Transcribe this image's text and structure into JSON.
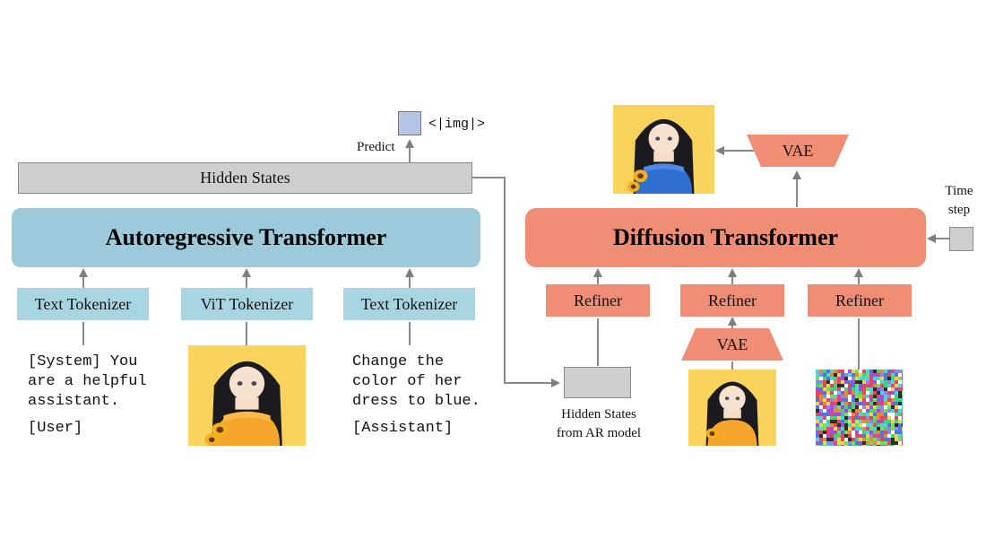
{
  "ar": {
    "hidden_states": "Hidden States",
    "predict": "Predict",
    "img_token": "<|img|>",
    "title": "Autoregressive Transformer",
    "tok1": "Text Tokenizer",
    "tok2": "ViT Tokenizer",
    "tok3": "Text Tokenizer",
    "text1_l1": "[System] You",
    "text1_l2": "are a helpful",
    "text1_l3": "assistant.",
    "text1_l4": "[User]",
    "text3_l1": "Change the",
    "text3_l2": "color of her",
    "text3_l3": "dress to blue.",
    "text3_l4": "[Assistant]"
  },
  "dit": {
    "title": "Diffusion Transformer",
    "vae_top": "VAE",
    "vae_bottom": "VAE",
    "time_l1": "Time",
    "time_l2": "step",
    "refiner1": "Refiner",
    "refiner2": "Refiner",
    "refiner3": "Refiner",
    "hs_l1": "Hidden States",
    "hs_l2": "from AR model"
  },
  "colors": {
    "blue": "#a9d5e2",
    "title_blue": "#9ccadb",
    "salmon": "#ef8d75",
    "gray": "#cfcfcf",
    "token": "#b3c4e6"
  }
}
